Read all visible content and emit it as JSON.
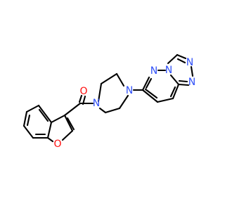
{
  "molecule": {
    "atoms": {
      "carbonyl_o": {
        "symbol": "O",
        "color": "#ff0d0d"
      },
      "furan_o": {
        "symbol": "O",
        "color": "#ff0d0d"
      },
      "piperazine_n1": {
        "symbol": "N",
        "color": "#3050f8"
      },
      "piperazine_n4": {
        "symbol": "N",
        "color": "#3050f8"
      },
      "pyridazine_n1": {
        "symbol": "N",
        "color": "#3050f8"
      },
      "pyridazine_n2": {
        "symbol": "N",
        "color": "#3050f8"
      },
      "triazole_n1": {
        "symbol": "N",
        "color": "#3050f8"
      },
      "triazole_n2": {
        "symbol": "N",
        "color": "#3050f8"
      }
    },
    "bond_color": "#000000"
  }
}
